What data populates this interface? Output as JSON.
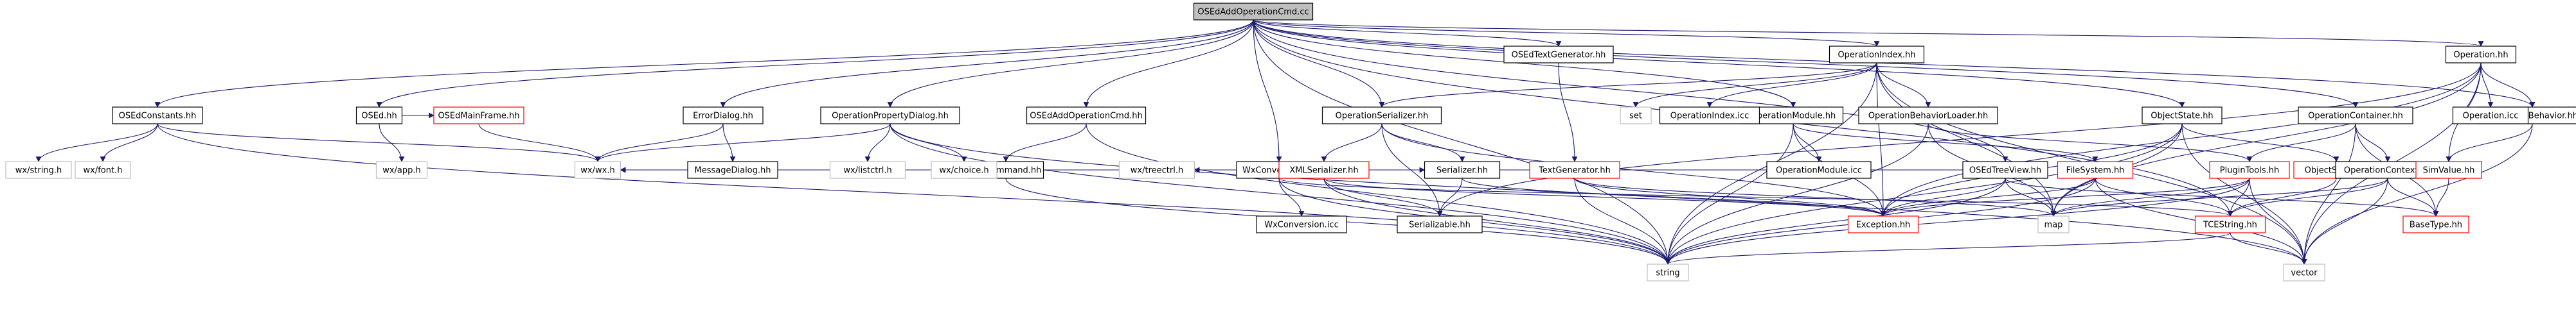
{
  "colors": {
    "edge": "#191970",
    "root_fill": "#bfbfbf",
    "node_border": "#000000",
    "missing_border": "#bfbfbf",
    "red_border": "#ff0000",
    "text": "#000000"
  },
  "graph": {
    "nodes": [
      {
        "id": "root",
        "label": "OSEdAddOperationCmd.cc",
        "kind": "root"
      },
      {
        "id": "osedconstants",
        "label": "OSEdConstants.hh",
        "kind": "normal"
      },
      {
        "id": "osed",
        "label": "OSEd.hh",
        "kind": "normal"
      },
      {
        "id": "errordialog",
        "label": "ErrorDialog.hh",
        "kind": "normal"
      },
      {
        "id": "opproperty",
        "label": "OperationPropertyDialog.hh",
        "kind": "normal"
      },
      {
        "id": "osedaddophh",
        "label": "OSEdAddOperationCmd.hh",
        "kind": "normal"
      },
      {
        "id": "opserializer",
        "label": "OperationSerializer.hh",
        "kind": "normal"
      },
      {
        "id": "textgenerator_osed",
        "label": "OSEdTextGenerator.hh",
        "kind": "normal"
      },
      {
        "id": "opmodule",
        "label": "OperationModule.hh",
        "kind": "normal"
      },
      {
        "id": "osedtreeview",
        "label": "OSEdTreeView.hh",
        "kind": "normal"
      },
      {
        "id": "opindex",
        "label": "OperationIndex.hh",
        "kind": "normal"
      },
      {
        "id": "objectstate",
        "label": "ObjectState.hh",
        "kind": "normal"
      },
      {
        "id": "opcontainer",
        "label": "OperationContainer.hh",
        "kind": "normal"
      },
      {
        "id": "operation",
        "label": "Operation.hh",
        "kind": "normal"
      },
      {
        "id": "opbehavior",
        "label": "OperationBehavior.hh",
        "kind": "normal"
      },
      {
        "id": "wxstring",
        "label": "wx/string.h",
        "kind": "missing"
      },
      {
        "id": "wxfont",
        "label": "wx/font.h",
        "kind": "missing"
      },
      {
        "id": "wxapp",
        "label": "wx/app.h",
        "kind": "missing"
      },
      {
        "id": "osedmainframe",
        "label": "OSEdMainFrame.hh",
        "kind": "red"
      },
      {
        "id": "messagedialog",
        "label": "MessageDialog.hh",
        "kind": "normal"
      },
      {
        "id": "guicommand",
        "label": "GUICommand.hh",
        "kind": "normal"
      },
      {
        "id": "wxwx",
        "label": "wx/wx.h",
        "kind": "missing"
      },
      {
        "id": "wxlistctrl",
        "label": "wx/listctrl.h",
        "kind": "missing"
      },
      {
        "id": "wxchoice",
        "label": "wx/choice.h",
        "kind": "missing"
      },
      {
        "id": "wxconversionhh",
        "label": "WxConversion.hh",
        "kind": "normal"
      },
      {
        "id": "wxconversionicc",
        "label": "WxConversion.icc",
        "kind": "normal"
      },
      {
        "id": "wxtreectrl",
        "label": "wx/treectrl.h",
        "kind": "missing"
      },
      {
        "id": "xmlserializer",
        "label": "XMLSerializer.hh",
        "kind": "red"
      },
      {
        "id": "serializer",
        "label": "Serializer.hh",
        "kind": "normal"
      },
      {
        "id": "serializable",
        "label": "Serializable.hh",
        "kind": "normal"
      },
      {
        "id": "textgenerator",
        "label": "TextGenerator.hh",
        "kind": "red"
      },
      {
        "id": "opmoduleicc",
        "label": "OperationModule.icc",
        "kind": "normal"
      },
      {
        "id": "exception",
        "label": "Exception.hh",
        "kind": "red"
      },
      {
        "id": "string",
        "label": "string",
        "kind": "missing"
      },
      {
        "id": "set",
        "label": "set",
        "kind": "missing"
      },
      {
        "id": "opindexicc",
        "label": "OperationIndex.icc",
        "kind": "normal"
      },
      {
        "id": "opbehaviorloader",
        "label": "OperationBehaviorLoader.hh",
        "kind": "normal"
      },
      {
        "id": "filesystem",
        "label": "FileSystem.hh",
        "kind": "red"
      },
      {
        "id": "plugintools",
        "label": "PluginTools.hh",
        "kind": "red"
      },
      {
        "id": "objectstateicc",
        "label": "ObjectState.icc",
        "kind": "red"
      },
      {
        "id": "map",
        "label": "map",
        "kind": "missing"
      },
      {
        "id": "tcestring",
        "label": "TCEString.hh",
        "kind": "red"
      },
      {
        "id": "opcontext",
        "label": "OperationContext.hh",
        "kind": "normal"
      },
      {
        "id": "basetype",
        "label": "BaseType.hh",
        "kind": "red"
      },
      {
        "id": "vector",
        "label": "vector",
        "kind": "missing"
      },
      {
        "id": "operationicc",
        "label": "Operation.icc",
        "kind": "normal"
      },
      {
        "id": "simvalue",
        "label": "SimValue.hh",
        "kind": "red"
      }
    ],
    "edges": [
      [
        "root",
        "osedconstants"
      ],
      [
        "root",
        "osed"
      ],
      [
        "root",
        "errordialog"
      ],
      [
        "root",
        "opproperty"
      ],
      [
        "root",
        "osedaddophh"
      ],
      [
        "root",
        "opserializer"
      ],
      [
        "root",
        "textgenerator_osed"
      ],
      [
        "root",
        "opmodule"
      ],
      [
        "root",
        "osedtreeview"
      ],
      [
        "root",
        "opindex"
      ],
      [
        "root",
        "objectstate"
      ],
      [
        "root",
        "opcontainer"
      ],
      [
        "root",
        "operation"
      ],
      [
        "root",
        "opbehavior"
      ],
      [
        "root",
        "wxconversionhh"
      ],
      [
        "root",
        "string"
      ],
      [
        "root",
        "tcestring"
      ],
      [
        "osedconstants",
        "wxstring"
      ],
      [
        "osedconstants",
        "wxfont"
      ],
      [
        "osedconstants",
        "string"
      ],
      [
        "osedconstants",
        "wxwx"
      ],
      [
        "osed",
        "wxapp"
      ],
      [
        "osed",
        "osedmainframe"
      ],
      [
        "osedmainframe",
        "wxwx"
      ],
      [
        "errordialog",
        "messagedialog"
      ],
      [
        "errordialog",
        "wxwx"
      ],
      [
        "messagedialog",
        "wxwx"
      ],
      [
        "osedaddophh",
        "guicommand"
      ],
      [
        "osedaddophh",
        "string"
      ],
      [
        "guicommand",
        "wxwx"
      ],
      [
        "guicommand",
        "string"
      ],
      [
        "opproperty",
        "wxwx"
      ],
      [
        "opproperty",
        "wxlistctrl"
      ],
      [
        "opproperty",
        "wxchoice"
      ],
      [
        "opproperty",
        "string"
      ],
      [
        "opproperty",
        "vector"
      ],
      [
        "wxconversionhh",
        "wxwx"
      ],
      [
        "wxconversionhh",
        "wxconversionicc"
      ],
      [
        "wxconversionhh",
        "wxtreectrl"
      ],
      [
        "wxconversionhh",
        "string"
      ],
      [
        "wxconversionhh",
        "tcestring"
      ],
      [
        "opserializer",
        "xmlserializer"
      ],
      [
        "opserializer",
        "serializer"
      ],
      [
        "opserializer",
        "exception"
      ],
      [
        "opserializer",
        "serializable"
      ],
      [
        "xmlserializer",
        "serializer"
      ],
      [
        "xmlserializer",
        "exception"
      ],
      [
        "xmlserializer",
        "serializable"
      ],
      [
        "xmlserializer",
        "string"
      ],
      [
        "serializer",
        "serializable"
      ],
      [
        "serializer",
        "exception"
      ],
      [
        "textgenerator_osed",
        "textgenerator"
      ],
      [
        "textgenerator",
        "exception"
      ],
      [
        "textgenerator",
        "string"
      ],
      [
        "textgenerator",
        "map"
      ],
      [
        "opmodule",
        "opmoduleicc"
      ],
      [
        "opmodule",
        "exception"
      ],
      [
        "opmodule",
        "string"
      ],
      [
        "opmodule",
        "filesystem"
      ],
      [
        "osedtreeview",
        "wxtreectrl"
      ],
      [
        "osedtreeview",
        "exception"
      ],
      [
        "osedtreeview",
        "map"
      ],
      [
        "osedtreeview",
        "string"
      ],
      [
        "osedtreeview",
        "basetype"
      ],
      [
        "osedtreeview",
        "wxwx"
      ],
      [
        "opindex",
        "set"
      ],
      [
        "opindex",
        "opindexicc"
      ],
      [
        "opindex",
        "opbehaviorloader"
      ],
      [
        "opindex",
        "opserializer"
      ],
      [
        "opindex",
        "exception"
      ],
      [
        "opindex",
        "map"
      ],
      [
        "opindex",
        "string"
      ],
      [
        "opindex",
        "vector"
      ],
      [
        "opbehaviorloader",
        "plugintools"
      ],
      [
        "opbehaviorloader",
        "map"
      ],
      [
        "opbehaviorloader",
        "string"
      ],
      [
        "filesystem",
        "exception"
      ],
      [
        "filesystem",
        "string"
      ],
      [
        "filesystem",
        "vector"
      ],
      [
        "filesystem",
        "tcestring"
      ],
      [
        "objectstate",
        "objectstateicc"
      ],
      [
        "objectstate",
        "map"
      ],
      [
        "objectstate",
        "vector"
      ],
      [
        "objectstate",
        "string"
      ],
      [
        "objectstate",
        "exception"
      ],
      [
        "objectstateicc",
        "tcestring"
      ],
      [
        "plugintools",
        "exception"
      ],
      [
        "plugintools",
        "map"
      ],
      [
        "plugintools",
        "string"
      ],
      [
        "plugintools",
        "vector"
      ],
      [
        "plugintools",
        "tcestring"
      ],
      [
        "tcestring",
        "string"
      ],
      [
        "tcestring",
        "vector"
      ],
      [
        "opcontainer",
        "opcontext"
      ],
      [
        "opcontainer",
        "plugintools"
      ],
      [
        "opcontainer",
        "basetype"
      ],
      [
        "opcontainer",
        "vector"
      ],
      [
        "opcontext",
        "map"
      ],
      [
        "opcontext",
        "tcestring"
      ],
      [
        "opcontext",
        "basetype"
      ],
      [
        "opcontext",
        "vector"
      ],
      [
        "operation",
        "operationicc"
      ],
      [
        "operation",
        "opbehavior"
      ],
      [
        "operation",
        "simvalue"
      ],
      [
        "operation",
        "serializable"
      ],
      [
        "operation",
        "map"
      ],
      [
        "operation",
        "vector"
      ],
      [
        "operation",
        "exception"
      ],
      [
        "opbehavior",
        "simvalue"
      ],
      [
        "opbehavior",
        "vector"
      ],
      [
        "simvalue",
        "basetype"
      ]
    ]
  }
}
